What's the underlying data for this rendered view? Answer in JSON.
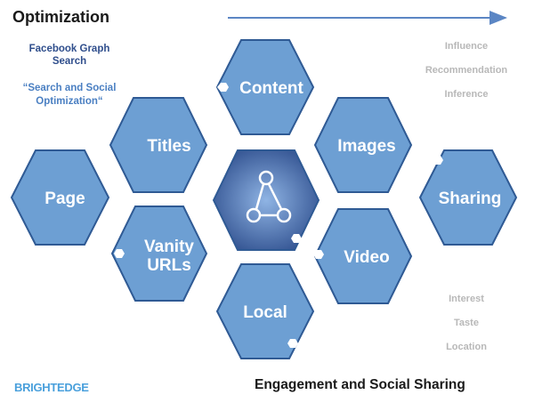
{
  "header": {
    "title": "Optimization"
  },
  "left_notes": {
    "title": "Facebook Graph Search",
    "quote": "“Search and Social Optimization“"
  },
  "right_top_terms": [
    "Influence",
    "Recommendation",
    "Inference"
  ],
  "right_bottom_terms": [
    "Interest",
    "Taste",
    "Location"
  ],
  "hexagons": {
    "content": "Content",
    "titles": "Titles",
    "images": "Images",
    "page": "Page",
    "sharing": "Sharing",
    "vanity_line1": "Vanity",
    "vanity_line2": "URLs",
    "video": "Video",
    "local": "Local"
  },
  "footer": {
    "brand": "BRIGHTEDGE",
    "caption": "Engagement and Social Sharing"
  },
  "colors": {
    "hex_fill": "#6d9fd3",
    "hex_stroke": "#2f5a94",
    "center_fill": "#3a5d9e",
    "arrow": "#5b86c4"
  },
  "icons": {
    "center": "graph-nodes-icon"
  }
}
